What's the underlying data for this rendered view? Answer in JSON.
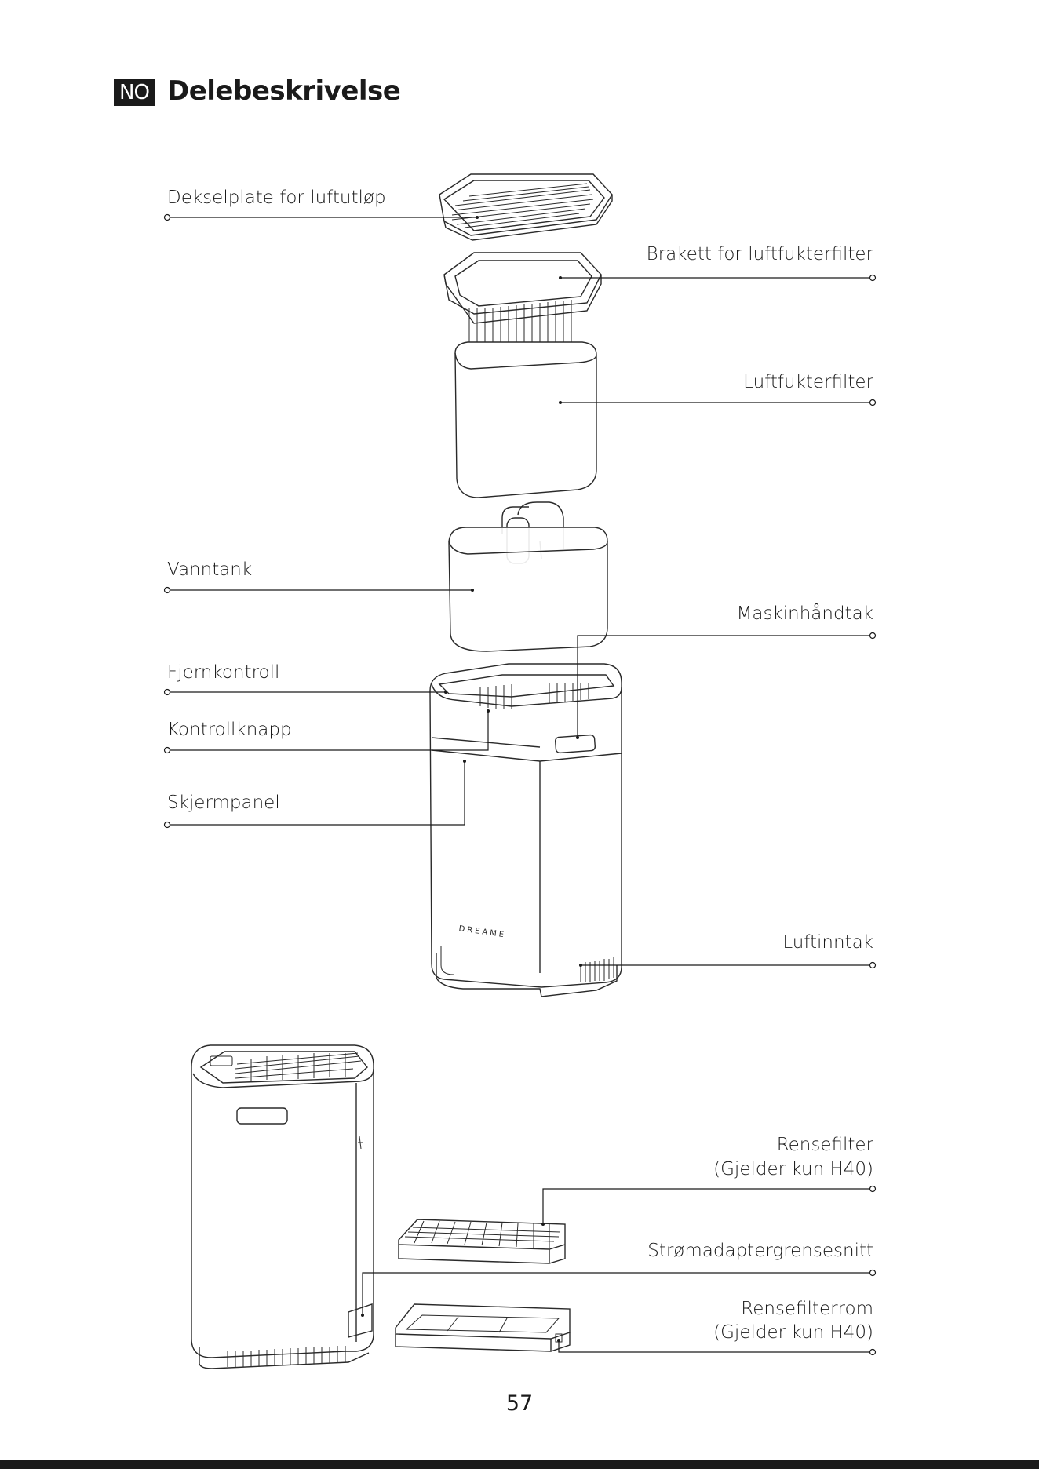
{
  "header": {
    "lang_badge": "NO",
    "title": "Delebeskrivelse"
  },
  "labels": {
    "cover_plate": "Dekselplate for luftutløp",
    "filter_bracket": "Brakett for luftfukterfilter",
    "humidifier_filter": "Luftfukterfilter",
    "water_tank": "Vanntank",
    "machine_handle": "Maskinhåndtak",
    "remote_control": "Fjernkontroll",
    "control_button": "Kontrollknapp",
    "display_panel": "Skjermpanel",
    "air_inlet": "Luftinntak",
    "purify_filter_line1": "Rensefilter",
    "purify_filter_line2": "(Gjelder kun H40)",
    "power_interface": "Strømadaptergrensesnitt",
    "filter_room_line1": "Rensefilterrom",
    "filter_room_line2": "(Gjelder kun H40)"
  },
  "product": {
    "brand_mark": "DREAME"
  },
  "footer": {
    "page_number": "57"
  }
}
